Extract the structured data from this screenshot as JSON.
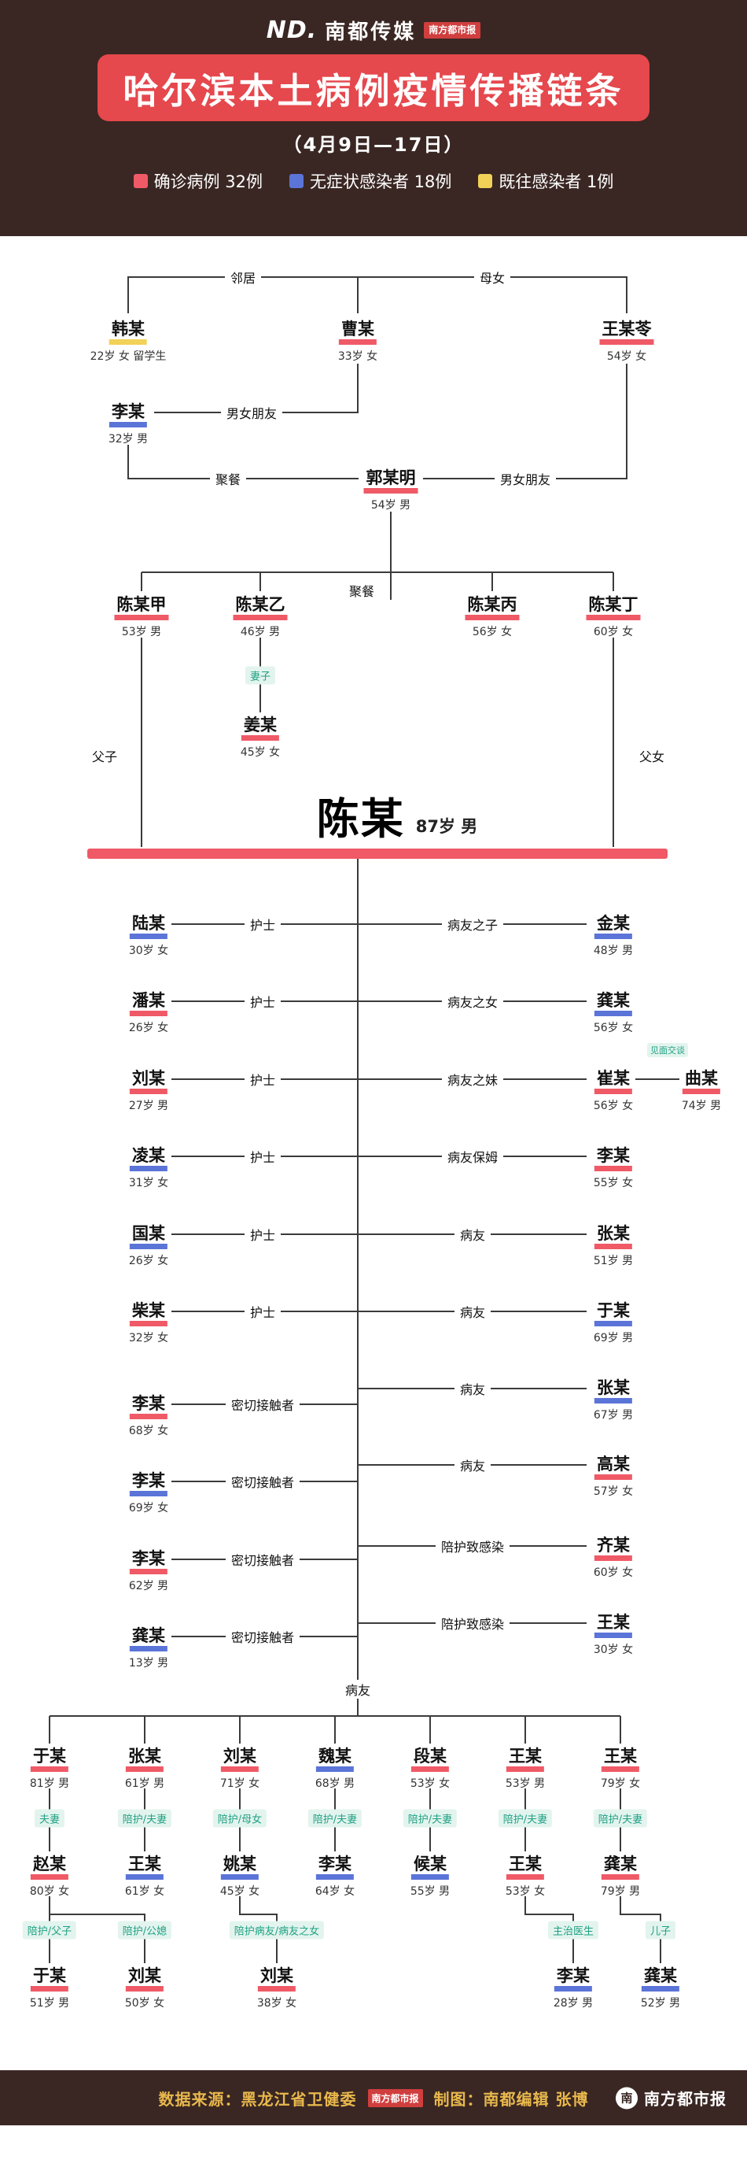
{
  "header": {
    "logo": {
      "nd": "ND.",
      "media": "南都传媒",
      "badge": "南方都市报"
    },
    "title": "哈尔滨本土病例疫情传播链条",
    "subtitle": "（4月9日—17日）",
    "legend": [
      {
        "label": "确诊病例 32例",
        "color": "#EF5A66"
      },
      {
        "label": "无症状感染者 18例",
        "color": "#5B74D8"
      },
      {
        "label": "既往感染者 1例",
        "color": "#F2D257"
      }
    ]
  },
  "diagram": {
    "top_nodes": {
      "han": {
        "name": "韩某",
        "info": "22岁 女 留学生",
        "status": "既往感染者"
      },
      "cao": {
        "name": "曹某",
        "info": "33岁 女",
        "status": "确诊病例"
      },
      "wang_ling": {
        "name": "王某苓",
        "info": "54岁 女",
        "status": "确诊病例"
      },
      "li32": {
        "name": "李某",
        "info": "32岁 男",
        "status": "无症状感染者"
      },
      "guo": {
        "name": "郭某明",
        "info": "54岁 男",
        "status": "确诊病例"
      },
      "chen_a": {
        "name": "陈某甲",
        "info": "53岁 男",
        "status": "确诊病例"
      },
      "chen_b": {
        "name": "陈某乙",
        "info": "46岁 男",
        "status": "确诊病例"
      },
      "chen_c": {
        "name": "陈某丙",
        "info": "56岁 女",
        "status": "确诊病例"
      },
      "chen_d": {
        "name": "陈某丁",
        "info": "60岁 女",
        "status": "确诊病例"
      },
      "jiang": {
        "name": "姜某",
        "info": "45岁 女",
        "status": "确诊病例"
      }
    },
    "top_labels": {
      "neighbor": "邻居",
      "mother_daughter": "母女",
      "couple1": "男女朋友",
      "dinner1": "聚餐",
      "couple2": "男女朋友",
      "dinner2": "聚餐",
      "wife": "妻子",
      "father_son": "父子",
      "father_daughter": "父女"
    },
    "central": {
      "name": "陈某",
      "info": "87岁 男",
      "status": "确诊病例"
    },
    "left_column": [
      {
        "name": "陆某",
        "info": "30岁 女",
        "rel": "护士",
        "status": "无症状感染者"
      },
      {
        "name": "潘某",
        "info": "26岁 女",
        "rel": "护士",
        "status": "确诊病例"
      },
      {
        "name": "刘某",
        "info": "27岁 男",
        "rel": "护士",
        "status": "确诊病例"
      },
      {
        "name": "凌某",
        "info": "31岁 女",
        "rel": "护士",
        "status": "无症状感染者"
      },
      {
        "name": "国某",
        "info": "26岁 女",
        "rel": "护士",
        "status": "无症状感染者"
      },
      {
        "name": "柴某",
        "info": "32岁 女",
        "rel": "护士",
        "status": "确诊病例"
      },
      {
        "name": "李某",
        "info": "68岁 女",
        "rel": "密切接触者",
        "status": "确诊病例"
      },
      {
        "name": "李某",
        "info": "69岁 女",
        "rel": "密切接触者",
        "status": "无症状感染者"
      },
      {
        "name": "李某",
        "info": "62岁 男",
        "rel": "密切接触者",
        "status": "确诊病例"
      },
      {
        "name": "龚某",
        "info": "13岁 男",
        "rel": "密切接触者",
        "status": "无症状感染者"
      }
    ],
    "right_column": [
      {
        "name": "金某",
        "info": "48岁 男",
        "rel": "病友之子",
        "status": "无症状感染者"
      },
      {
        "name": "龚某",
        "info": "56岁 女",
        "rel": "病友之女",
        "status": "无症状感染者"
      },
      {
        "name": "崔某",
        "info": "56岁 女",
        "rel": "病友之妹",
        "status": "确诊病例"
      },
      {
        "name": "李某",
        "info": "55岁 女",
        "rel": "病友保姆",
        "status": "确诊病例"
      },
      {
        "name": "张某",
        "info": "51岁 男",
        "rel": "病友",
        "status": "确诊病例"
      },
      {
        "name": "于某",
        "info": "69岁 男",
        "rel": "病友",
        "status": "无症状感染者"
      },
      {
        "name": "张某",
        "info": "67岁 男",
        "rel": "病友",
        "status": "无症状感染者"
      },
      {
        "name": "高某",
        "info": "57岁 女",
        "rel": "病友",
        "status": "确诊病例"
      },
      {
        "name": "齐某",
        "info": "60岁 女",
        "rel": "陪护致感染",
        "status": "确诊病例"
      },
      {
        "name": "王某",
        "info": "30岁 女",
        "rel": "陪护致感染",
        "status": "无症状感染者"
      }
    ],
    "qu": {
      "name": "曲某",
      "info": "74岁 男",
      "rel": "见面交谈",
      "status": "确诊病例"
    },
    "bottom_label": "病友",
    "bottom_columns": [
      {
        "top": {
          "name": "于某",
          "info": "81岁 男",
          "status": "确诊病例"
        },
        "rel": "夫妻",
        "mid": {
          "name": "赵某",
          "info": "80岁 女",
          "status": "确诊病例"
        },
        "children": [
          {
            "rel": "陪护/父子",
            "name": "于某",
            "info": "51岁 男",
            "status": "确诊病例"
          },
          {
            "rel": "陪护/公媳",
            "name": "刘某",
            "info": "50岁 女",
            "status": "确诊病例"
          }
        ]
      },
      {
        "top": {
          "name": "张某",
          "info": "61岁 男",
          "status": "确诊病例"
        },
        "rel": "陪护/夫妻",
        "mid": {
          "name": "王某",
          "info": "61岁 女",
          "status": "无症状感染者"
        },
        "children": []
      },
      {
        "top": {
          "name": "刘某",
          "info": "71岁 女",
          "status": "确诊病例"
        },
        "rel": "陪护/母女",
        "mid": {
          "name": "姚某",
          "info": "45岁 女",
          "status": "无症状感染者"
        },
        "children": [
          {
            "rel": "陪护病友/病友之女",
            "name": "刘某",
            "info": "38岁 女",
            "status": "确诊病例"
          }
        ]
      },
      {
        "top": {
          "name": "魏某",
          "info": "68岁 男",
          "status": "无症状感染者"
        },
        "rel": "陪护/夫妻",
        "mid": {
          "name": "李某",
          "info": "64岁 女",
          "status": "无症状感染者"
        },
        "children": []
      },
      {
        "top": {
          "name": "段某",
          "info": "53岁 女",
          "status": "确诊病例"
        },
        "rel": "陪护/夫妻",
        "mid": {
          "name": "候某",
          "info": "55岁 男",
          "status": "无症状感染者"
        },
        "children": []
      },
      {
        "top": {
          "name": "王某",
          "info": "53岁 男",
          "status": "确诊病例"
        },
        "rel": "陪护/夫妻",
        "mid": {
          "name": "王某",
          "info": "53岁 女",
          "status": "确诊病例"
        },
        "children": [
          {
            "rel": "主治医生",
            "name": "李某",
            "info": "28岁 男",
            "status": "无症状感染者"
          }
        ]
      },
      {
        "top": {
          "name": "王某",
          "info": "79岁 女",
          "status": "确诊病例"
        },
        "rel": "陪护/夫妻",
        "mid": {
          "name": "龚某",
          "info": "79岁 男",
          "status": "确诊病例"
        },
        "children": [
          {
            "rel": "儿子",
            "name": "龚某",
            "info": "52岁 男",
            "status": "无症状感染者"
          }
        ]
      }
    ]
  },
  "footer": {
    "source": "数据来源：黑龙江省卫健委",
    "badge": "南方都市报",
    "credit": "制图：南都编辑 张博",
    "brand": "南方都市报"
  }
}
